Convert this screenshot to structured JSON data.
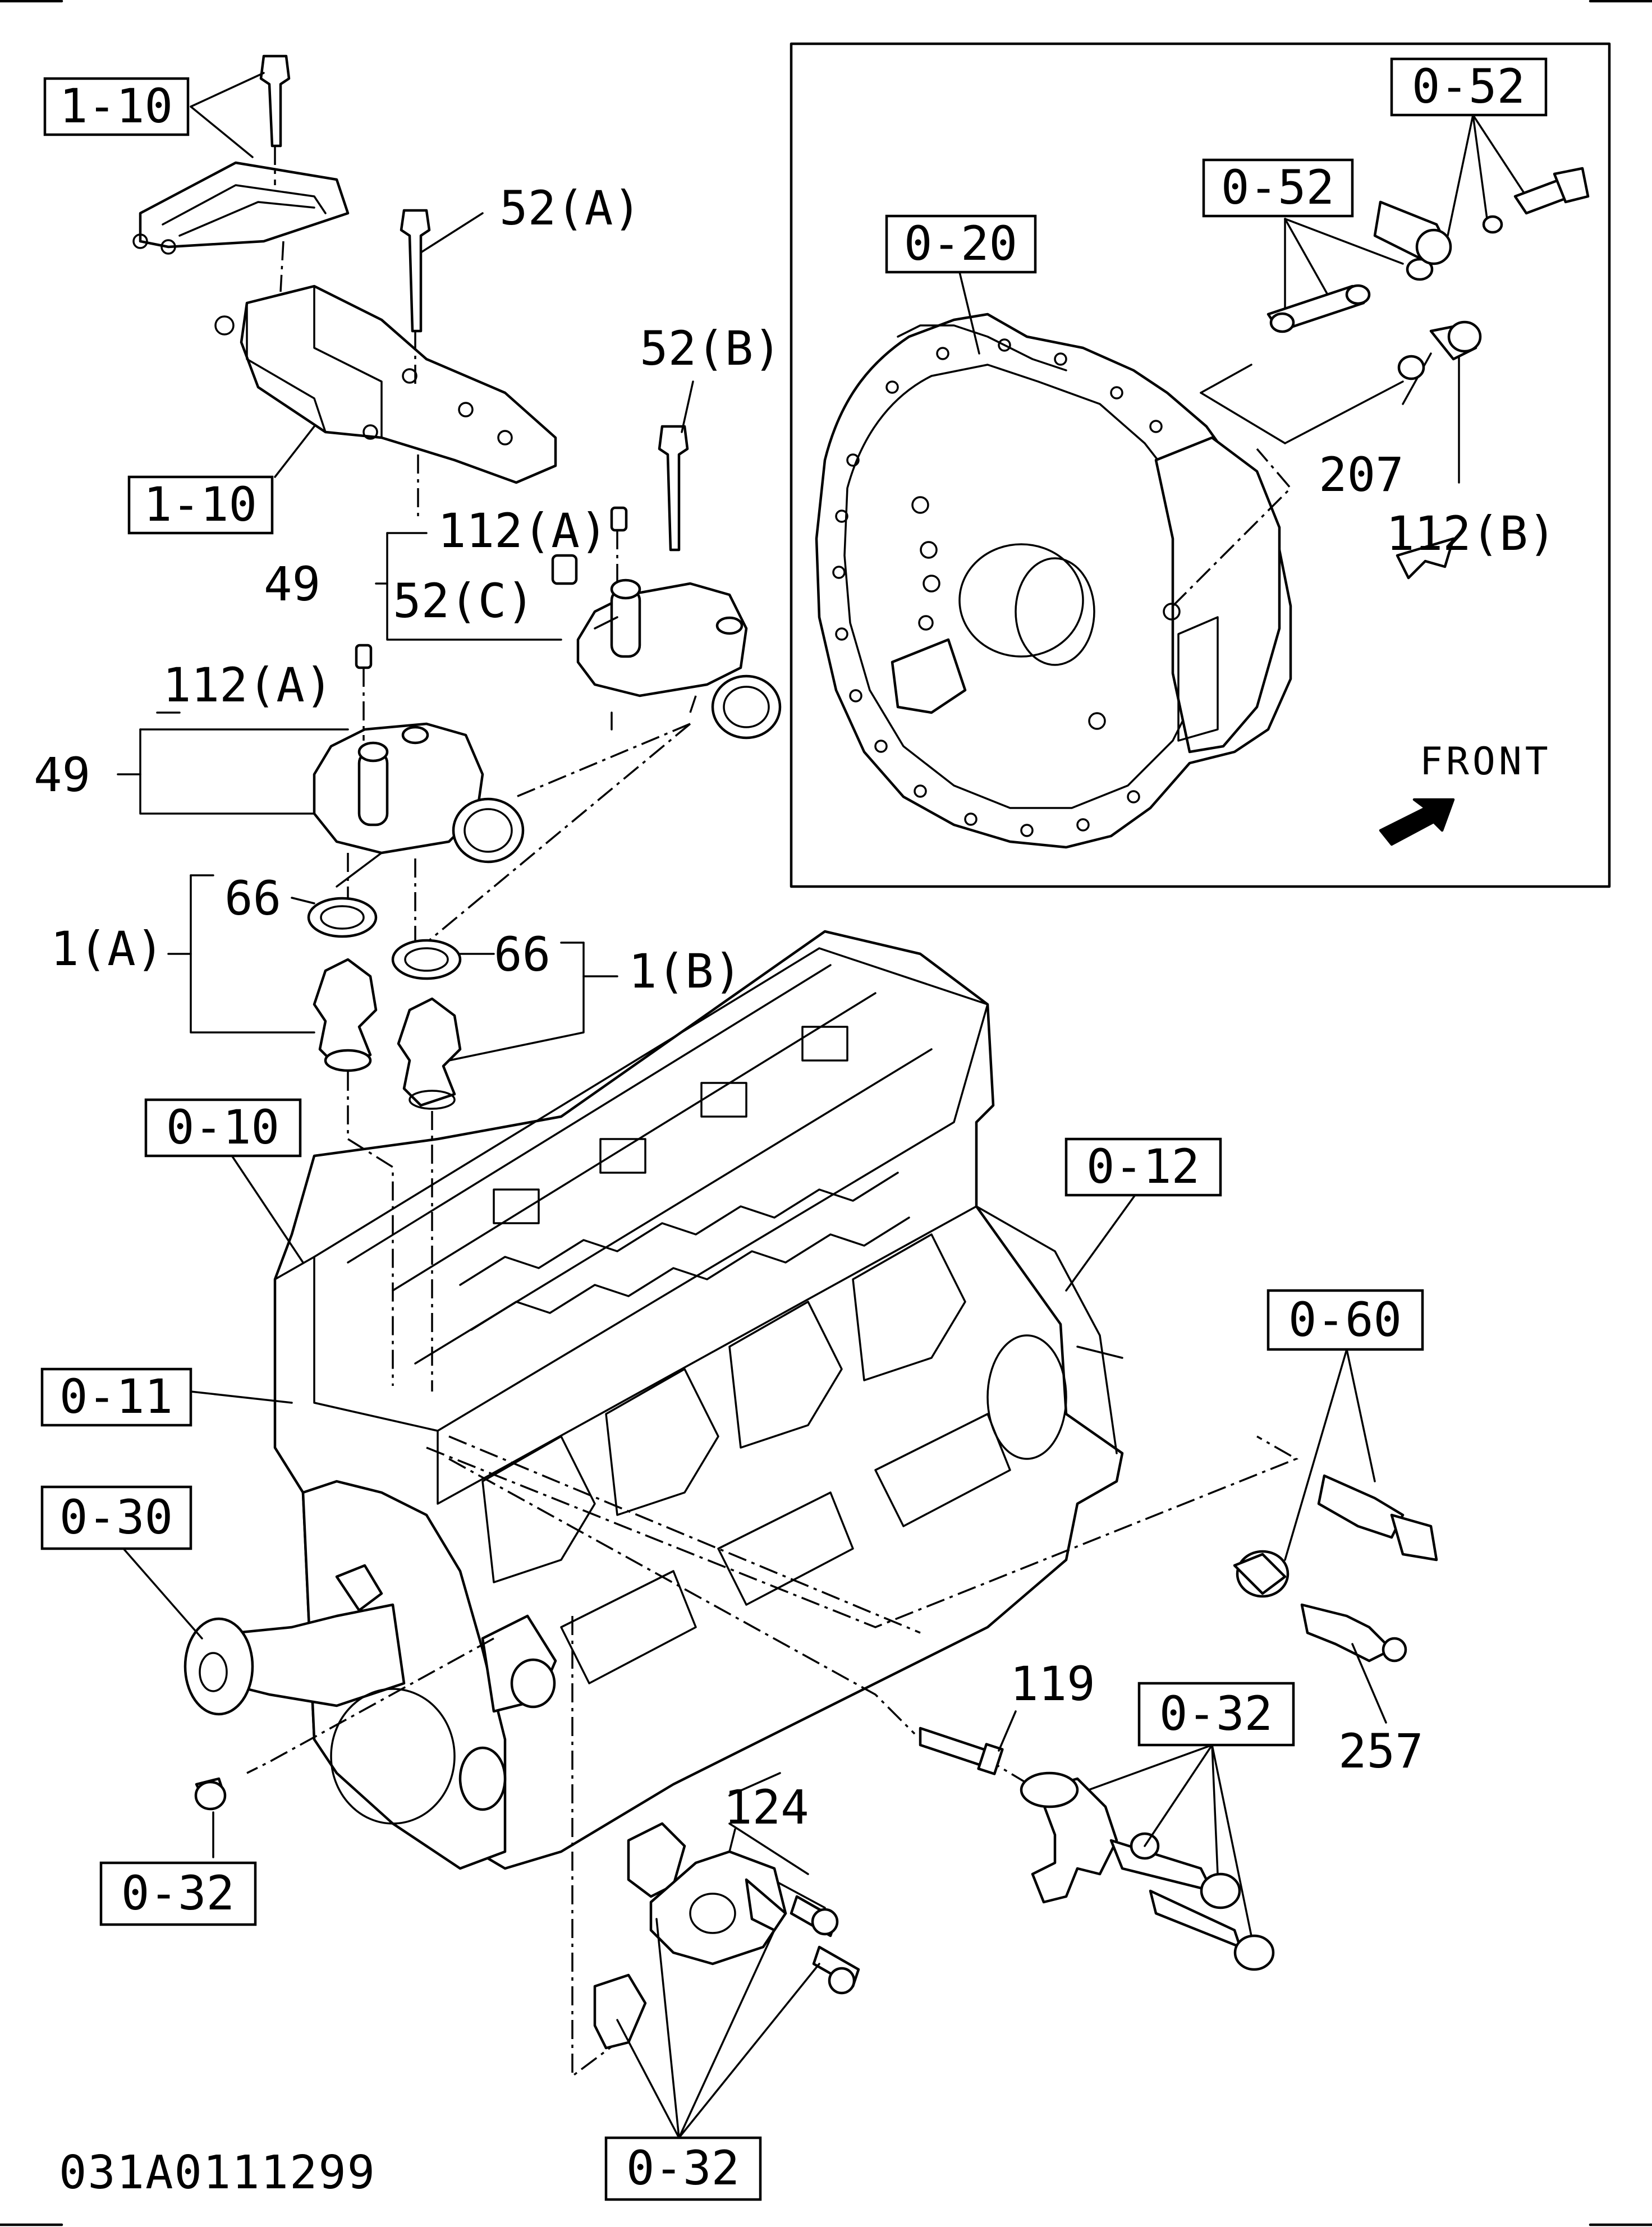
{
  "diagram_code": "031A0111299",
  "front_label": "FRONT",
  "callouts": {
    "c1_10_top": "1-10",
    "c1_10_mid": "1-10",
    "c52a": "52(A)",
    "c52b": "52(B)",
    "c52c": "52(C)",
    "c112a_top": "112(A)",
    "c112a_low": "112(A)",
    "c49_top": "49",
    "c49_low": "49",
    "c66_left": "66",
    "c66_right": "66",
    "c1a": "1(A)",
    "c1b": "1(B)",
    "c0_10": "0-10",
    "c0_11": "0-11",
    "c0_12": "0-12",
    "c0_30": "0-30",
    "c0_32_left": "0-32",
    "c0_32_bottom": "0-32",
    "c0_32_right": "0-32",
    "c0_60": "0-60",
    "c119": "119",
    "c124": "124",
    "c257": "257",
    "c0_20": "0-20",
    "c0_52_top": "0-52",
    "c0_52_mid": "0-52",
    "c207": "207",
    "c112b": "112(B)"
  }
}
